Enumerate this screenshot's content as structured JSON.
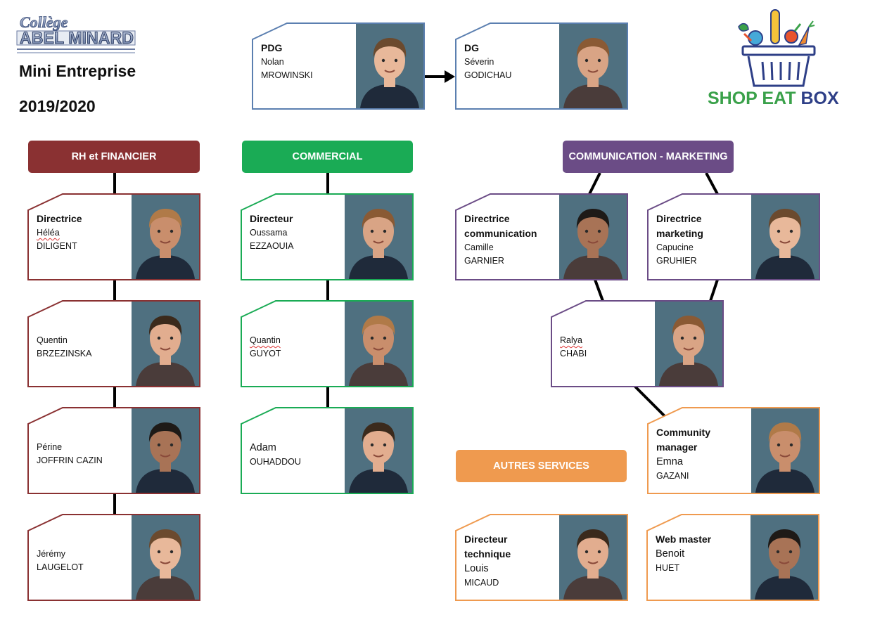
{
  "school": {
    "logo_text_top": "Collège",
    "logo_text_main": "ABEL MINARD",
    "title": "Mini Entreprise",
    "year": "2019/2020"
  },
  "brand": {
    "word1": "SHOP",
    "word2": "EAT",
    "word3": "BOX",
    "color_green": "#3aa14a",
    "color_blue": "#2e3f87"
  },
  "colors": {
    "top": "#5b7fb0",
    "rh": "#8a3132",
    "commercial": "#1aab55",
    "communication": "#6b4c86",
    "autres": "#ef9a4f"
  },
  "headers": {
    "rh": "RH et FINANCIER",
    "commercial": "COMMERCIAL",
    "communication": "COMMUNICATION - MARKETING",
    "autres": "AUTRES SERVICES"
  },
  "people": {
    "pdg": {
      "role": "PDG",
      "first": "Nolan",
      "last": "MROWINSKI"
    },
    "dg": {
      "role": "DG",
      "first": "Séverin",
      "last": "GODICHAU"
    },
    "rh1": {
      "role": "Directrice",
      "first": "Héléa",
      "last": "DILIGENT"
    },
    "rh2": {
      "first": "Quentin",
      "last": "BRZEZINSKA"
    },
    "rh3": {
      "first": "Périne",
      "last": "JOFFRIN CAZIN"
    },
    "rh4": {
      "first": "Jérémy",
      "last": "LAUGELOT"
    },
    "com1": {
      "role": "Directeur",
      "first": "Oussama",
      "last": "EZZAOUIA"
    },
    "com2": {
      "first": "Quantin",
      "last": "GUYOT"
    },
    "com3": {
      "first": "Adam",
      "last": "OUHADDOU"
    },
    "cm1": {
      "role": "Directrice communication",
      "first": "Camille",
      "last": "GARNIER"
    },
    "cm2": {
      "role": "Directrice marketing",
      "first": "Capucine",
      "last": "GRUHIER"
    },
    "cm3": {
      "first": "Ralya",
      "last": "CHABI"
    },
    "cm4": {
      "role": "Community manager",
      "first": "Emna",
      "last": "GAZANI"
    },
    "as1": {
      "role": "Directeur technique",
      "first": "Louis",
      "last": "MICAUD"
    },
    "as2": {
      "role": "Web master",
      "first": "Benoit",
      "last": "HUET"
    }
  }
}
